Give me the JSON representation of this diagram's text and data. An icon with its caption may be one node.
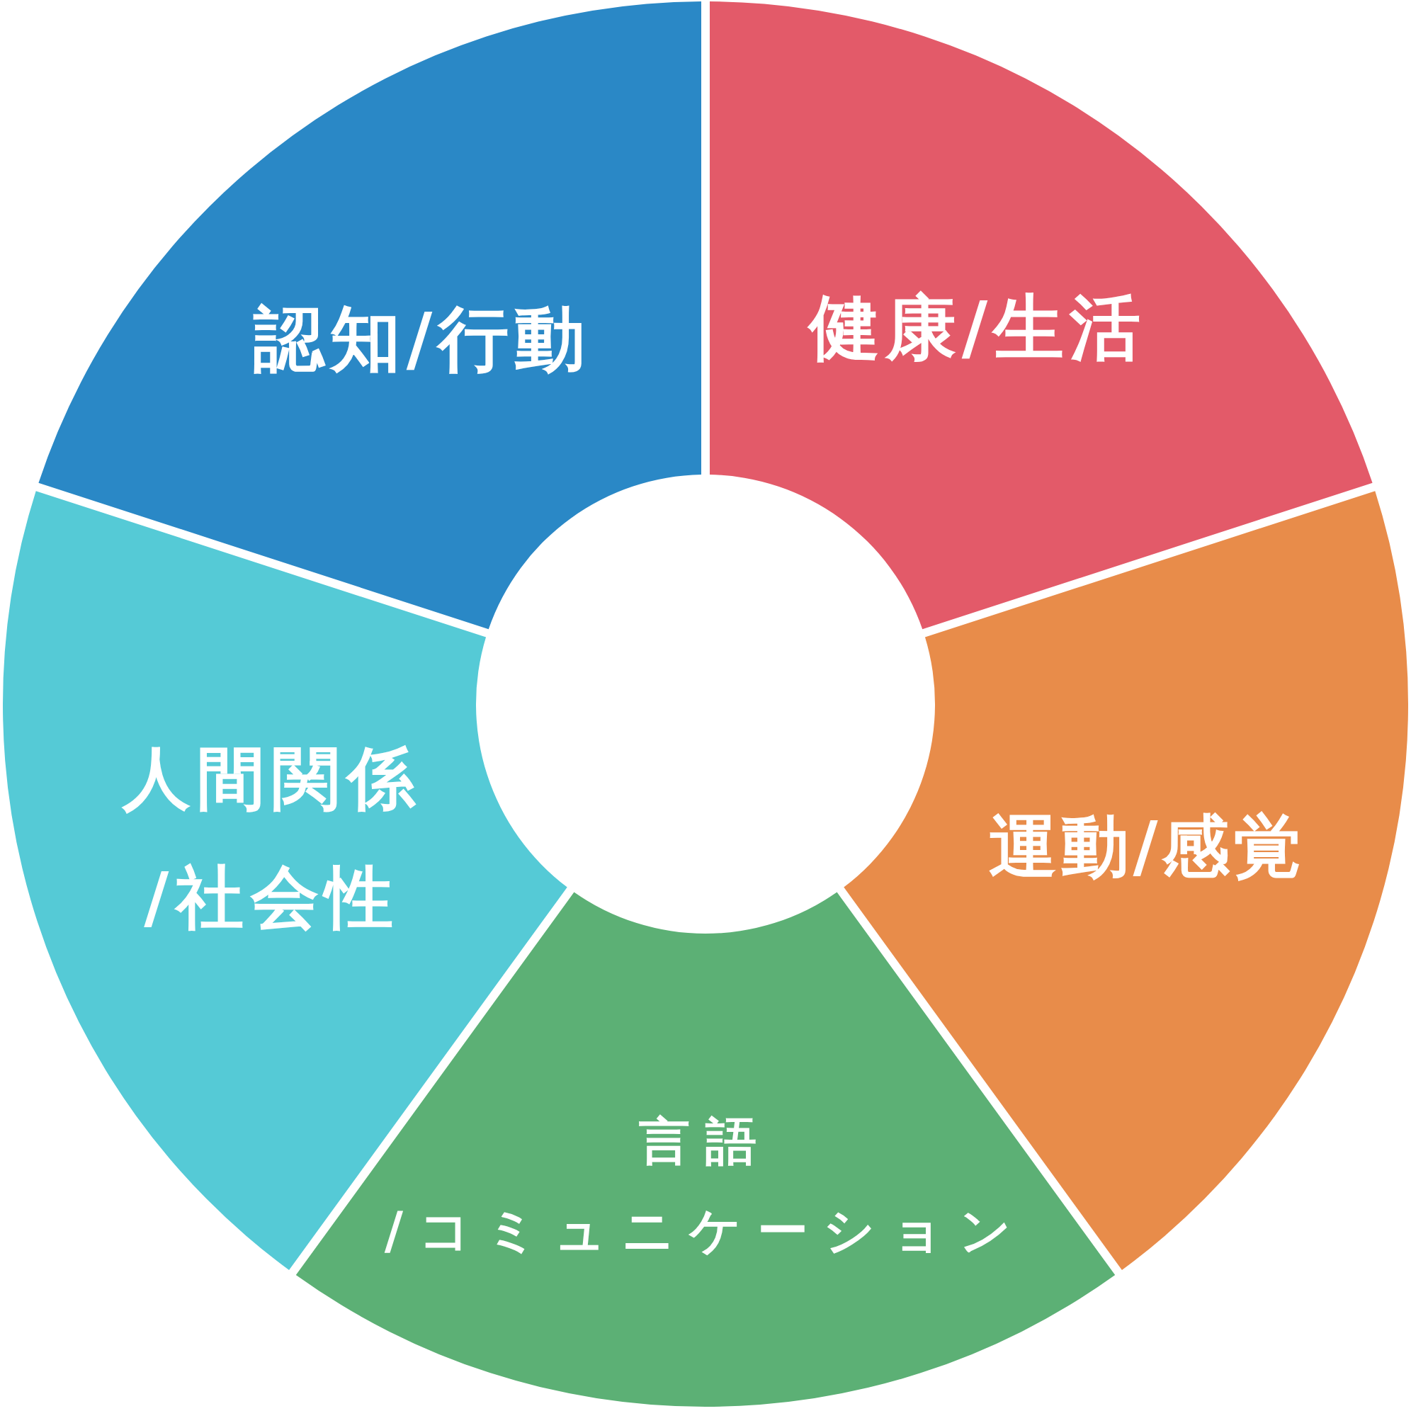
{
  "diagram": {
    "nodes": [
      {
        "text": [
          "認知/行動"
        ]
      },
      {
        "text": [
          "健康/生活"
        ]
      },
      {
        "text": [
          "人間関係/社会性"
        ]
      },
      {
        "text": [
          "運動/感覚"
        ]
      },
      {
        "text": [
          "言語/コミュニケーション"
        ]
      }
    ]
  }
}
